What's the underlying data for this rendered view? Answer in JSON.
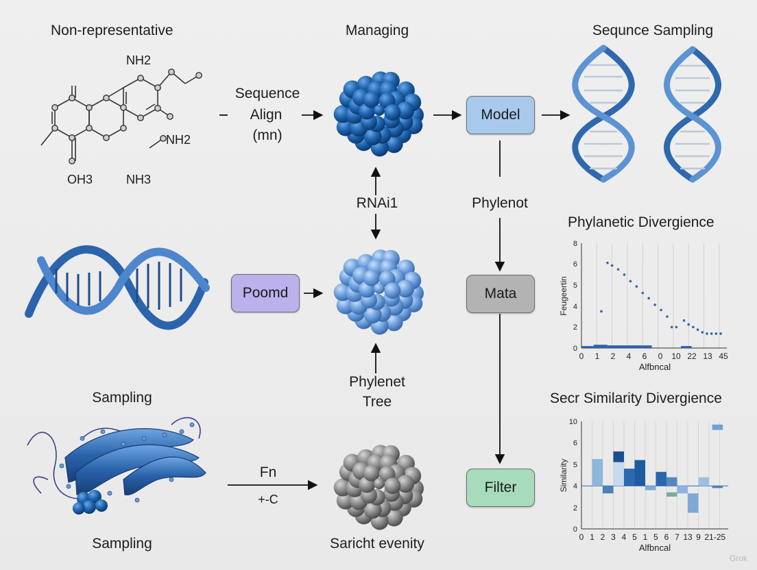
{
  "labels": {
    "non_representative": "Non-representative",
    "managing": "Managing",
    "sequence_sampling": "Sequnce Sampling",
    "sequence_align_l1": "Sequence",
    "sequence_align_l2": "Align",
    "sequence_align_l3": "(mn)",
    "rnai": "RNAi1",
    "phylenot": "Phylenot",
    "phylenet_tree_l1": "Phylenet",
    "phylenet_tree_l2": "Tree",
    "sampling_top": "Sampling",
    "sampling_bottom": "Sampling",
    "fn_l1": "Fn",
    "fn_l2": "+-C",
    "sarich_evenity": "Saricht evenity"
  },
  "chem": {
    "nh2_top": "NH2",
    "nh2_right": "NH2",
    "oh3": "OH3",
    "nh3": "NH3"
  },
  "boxes": {
    "model": "Model",
    "poomd": "Poomd",
    "mata": "Mata",
    "filter": "Filter"
  },
  "colors": {
    "model_fill": "#a9c9ec",
    "poomd_fill": "#bcb1ec",
    "mata_fill": "#b3b3b3",
    "filter_fill": "#a6dcbc",
    "dna_blue": "#2f68ad",
    "protein_dark": "#1e5da6",
    "protein_light": "#6c9ed8",
    "protein_grey": "#8e8e8e"
  },
  "watermark": "Grok",
  "chart_data": [
    {
      "type": "scatter",
      "title": "Phylanetic Divergience",
      "xlabel": "Alfbncal",
      "ylabel": "Feugeertin",
      "xticks": [
        "0",
        "1",
        "2",
        "4",
        "6",
        "0",
        "10",
        "22",
        "13",
        "45"
      ],
      "yticks": [
        "0",
        "2",
        "4",
        "5",
        "6",
        "8"
      ],
      "points": [
        {
          "x": 1.3,
          "y": 2.8
        },
        {
          "x": 1.7,
          "y": 6.5
        },
        {
          "x": 2.0,
          "y": 6.3
        },
        {
          "x": 2.4,
          "y": 6.0
        },
        {
          "x": 2.8,
          "y": 5.6
        },
        {
          "x": 3.2,
          "y": 5.1
        },
        {
          "x": 3.6,
          "y": 4.7
        },
        {
          "x": 4.0,
          "y": 4.2
        },
        {
          "x": 4.4,
          "y": 3.8
        },
        {
          "x": 4.8,
          "y": 3.3
        },
        {
          "x": 5.2,
          "y": 2.9
        },
        {
          "x": 5.6,
          "y": 2.4
        },
        {
          "x": 5.9,
          "y": 1.6
        },
        {
          "x": 6.2,
          "y": 1.6
        },
        {
          "x": 6.7,
          "y": 2.1
        },
        {
          "x": 7.0,
          "y": 1.8
        },
        {
          "x": 7.3,
          "y": 1.6
        },
        {
          "x": 7.6,
          "y": 1.4
        },
        {
          "x": 7.9,
          "y": 1.2
        },
        {
          "x": 8.2,
          "y": 1.1
        },
        {
          "x": 8.5,
          "y": 1.1
        },
        {
          "x": 8.8,
          "y": 1.1
        },
        {
          "x": 9.1,
          "y": 1.1
        }
      ],
      "baseline_bars": [
        {
          "x0": 0.0,
          "x1": 0.8,
          "h": 0.15
        },
        {
          "x0": 0.8,
          "x1": 1.7,
          "h": 0.25
        },
        {
          "x0": 1.7,
          "x1": 4.0,
          "h": 0.2
        },
        {
          "x0": 4.0,
          "x1": 4.6,
          "h": 0.2
        },
        {
          "x0": 6.5,
          "x1": 7.2,
          "h": 0.15
        }
      ],
      "ylim": [
        0,
        8
      ],
      "grid": true
    },
    {
      "type": "heatmap",
      "title": "Secr Similarity Divergience",
      "xlabel": "Alfbncal",
      "ylabel": "Similarity",
      "xticks": [
        "0",
        "1",
        "2",
        "3",
        "4",
        "5",
        "1",
        "5",
        "6",
        "7",
        "13",
        "9",
        "21",
        "-25"
      ],
      "yticks": [
        "0",
        "2",
        "4",
        "5",
        "6",
        "10"
      ],
      "cells": [
        {
          "x": 1,
          "y0": 4,
          "y1": 6.5,
          "c": "#8fb7dd"
        },
        {
          "x": 2,
          "y0": 3.3,
          "y1": 4,
          "c": "#4f80b8"
        },
        {
          "x": 3,
          "y0": 6.2,
          "y1": 7.2,
          "c": "#1c4f8e"
        },
        {
          "x": 3,
          "y0": 4,
          "y1": 6.2,
          "c": "#c6d9ee"
        },
        {
          "x": 4,
          "y0": 4,
          "y1": 5.6,
          "c": "#2c69b1"
        },
        {
          "x": 5,
          "y0": 4,
          "y1": 6.4,
          "c": "#1d5c9f"
        },
        {
          "x": 6,
          "y0": 3.6,
          "y1": 4,
          "c": "#7fa8d6"
        },
        {
          "x": 7,
          "y0": 4,
          "y1": 5.3,
          "c": "#2a66ad"
        },
        {
          "x": 8,
          "y0": 4,
          "y1": 4.8,
          "c": "#5687c2"
        },
        {
          "x": 8,
          "y0": 3.0,
          "y1": 3.4,
          "c": "#7cab9d"
        },
        {
          "x": 9,
          "y0": 3.3,
          "y1": 4,
          "c": "#8fb3e0"
        },
        {
          "x": 10,
          "y0": 1.5,
          "y1": 3.3,
          "c": "#7fa8d6"
        },
        {
          "x": 11,
          "y0": 4,
          "y1": 4.8,
          "c": "#9ebfe2"
        },
        {
          "x": 12.3,
          "y0": 3.8,
          "y1": 4,
          "c": "#4f80b8"
        },
        {
          "x": 12.3,
          "y0": 9.2,
          "y1": 9.7,
          "c": "#6fa0d8"
        }
      ],
      "ylim": [
        0,
        10
      ],
      "grid": true
    }
  ]
}
